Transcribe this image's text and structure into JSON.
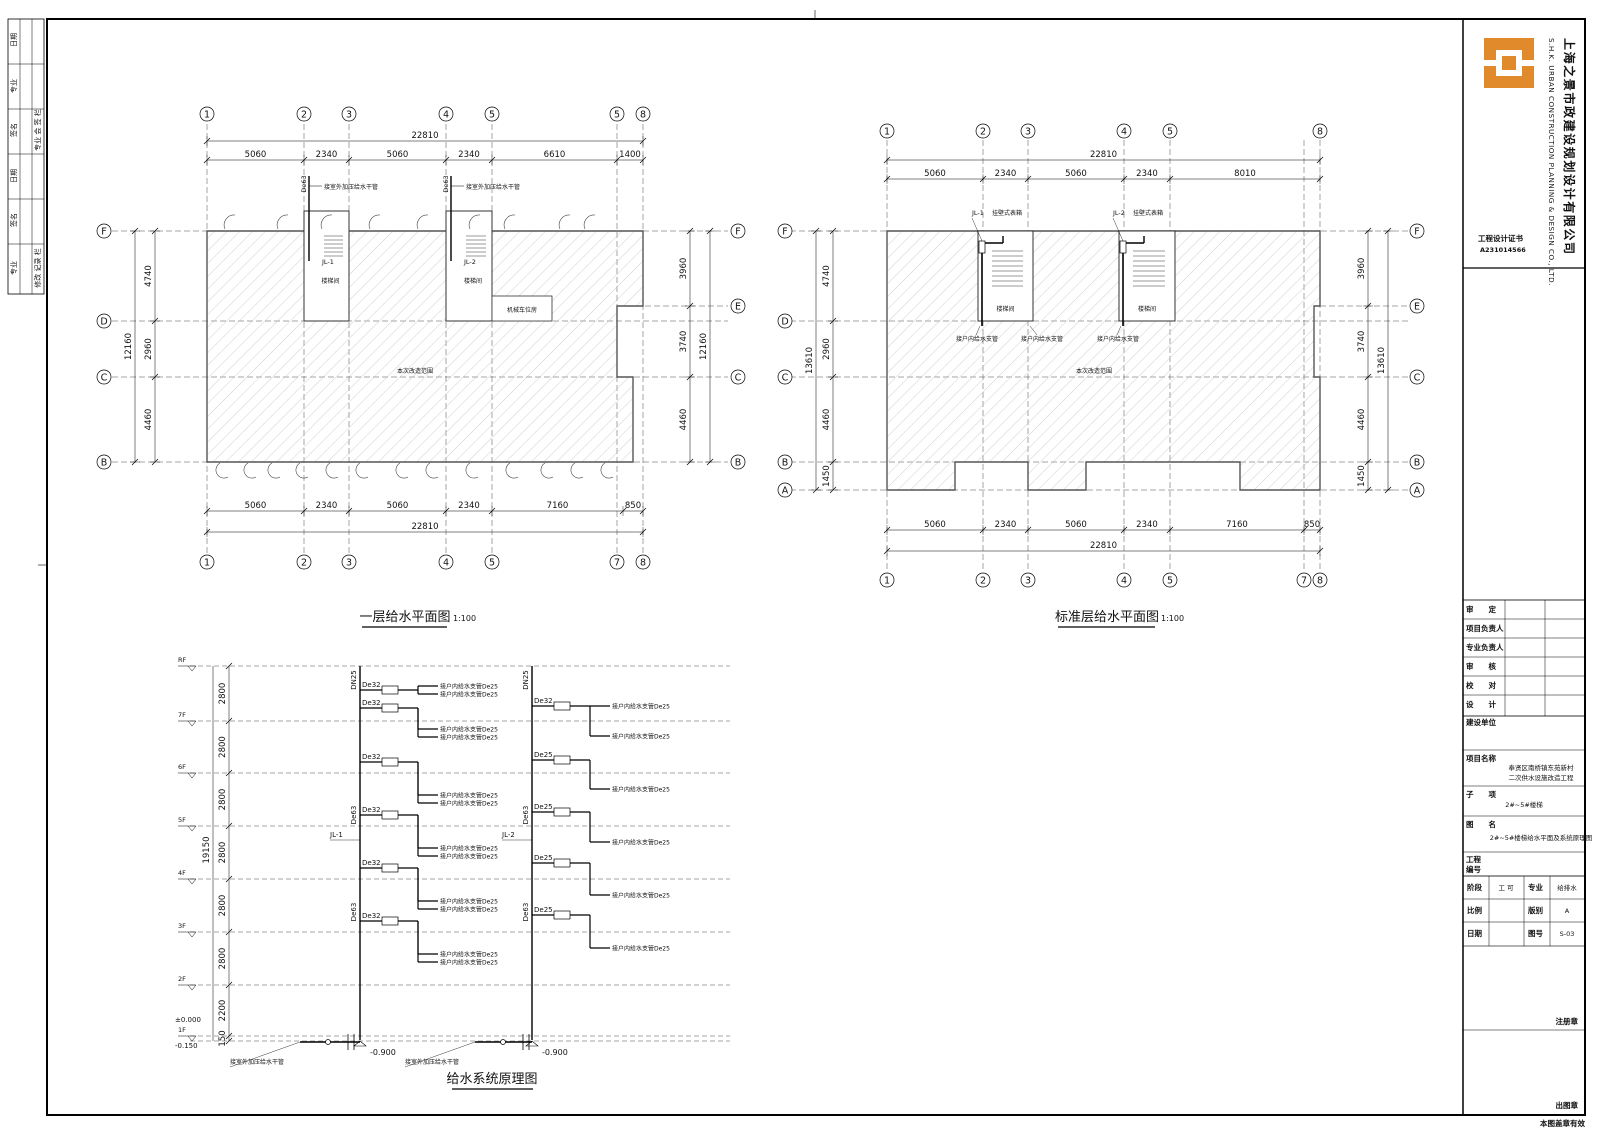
{
  "company": {
    "name_cn": "上海之景市政建设规划设计有限公司",
    "name_en": "S.H.K. URBAN CONSTRUCTION PLANNING & DESIGN CO., LTD.",
    "cert_label": "工程设计证书",
    "cert_no": "A231014566"
  },
  "title_block": {
    "roles": [
      "审　　定",
      "项目负责人",
      "专业负责人",
      "审　　核",
      "校　　对",
      "设　　计"
    ],
    "build_unit_label": "建设单位",
    "project_label": "项目名称",
    "project_line1": "奉贤区南桥镇东苑新村",
    "project_line2": "二次供水设施改造工程",
    "subitem_label": "子　　项",
    "subitem_value": "2#~5#楼梯",
    "drawing_label": "图　　名",
    "drawing_value": "2#~5#楼梯给水平面及系统原理图",
    "eng_no_label": "工程\n编号",
    "stage_label": "阶段",
    "stage_value": "工 可",
    "discipline_label": "专业",
    "discipline_value": "给排水",
    "scale_label": "比例",
    "version_label": "版别",
    "version_value": "A",
    "date_label": "日期",
    "dwg_no_label": "图号",
    "dwg_no_value": "S-03",
    "reg_stamp": "注册章",
    "issue_stamp": "出图章",
    "valid_note": "本图盖章有效"
  },
  "left_strip": [
    "日期",
    "专业",
    "签名",
    "专业 会 签 栏",
    "日期",
    "签名",
    "专业",
    "修改 记录 栏"
  ],
  "plan1": {
    "title": "一层给水平面图",
    "scale": "1:100",
    "top_total": "22810",
    "top_dims": [
      "5060",
      "2340",
      "5060",
      "2340",
      "6610",
      "1400"
    ],
    "bottom_total": "22810",
    "bottom_dims": [
      "5060",
      "2340",
      "5060",
      "2340",
      "7160",
      "850"
    ],
    "left_total": "12160",
    "left_dims": [
      "4740",
      "2960",
      "4460"
    ],
    "right_total": "12160",
    "right_dims": [
      "3960",
      "3740",
      "4460"
    ],
    "axes_top": [
      "1",
      "2",
      "3",
      "4",
      "5",
      "5",
      "8"
    ],
    "axes_bottom": [
      "1",
      "2",
      "3",
      "4",
      "5",
      "7",
      "8"
    ],
    "rows_left": [
      "F",
      "D",
      "C",
      "B"
    ],
    "rows_right": [
      "F",
      "E",
      "C",
      "B"
    ],
    "pipe_size": "De63",
    "pipe_note": "接室外加压给水干管",
    "riser1": "JL-1",
    "riser2": "JL-2",
    "room1": "楼梯间",
    "room2": "楼梯间",
    "room3": "机械车位房",
    "area_note": "本次改造范围"
  },
  "plan2": {
    "title": "标准层给水平面图",
    "scale": "1:100",
    "top_total": "22810",
    "top_dims": [
      "5060",
      "2340",
      "5060",
      "2340",
      "8010"
    ],
    "bottom_total": "22810",
    "bottom_dims": [
      "5060",
      "2340",
      "5060",
      "2340",
      "7160",
      "850"
    ],
    "left_total": "13610",
    "left_dims": [
      "4740",
      "2960",
      "4460",
      "1450"
    ],
    "right_total": "13610",
    "right_dims": [
      "3960",
      "3740",
      "4460",
      "1450"
    ],
    "axes_top": [
      "1",
      "2",
      "3",
      "4",
      "5",
      "8"
    ],
    "axes_bottom": [
      "1",
      "2",
      "3",
      "4",
      "5",
      "7",
      "8"
    ],
    "rows_left": [
      "F",
      "D",
      "C",
      "B",
      "A"
    ],
    "rows_right": [
      "F",
      "E",
      "C",
      "B",
      "A"
    ],
    "riser1": "JL-1",
    "riser2": "JL-2",
    "meter_note": "挂壁式表箱",
    "branch_note": "接户内给水支管",
    "room": "楼梯间",
    "area_note": "本次改造范围"
  },
  "system": {
    "title": "给水系统原理图",
    "floors": [
      "RF",
      "7F",
      "6F",
      "5F",
      "4F",
      "3F",
      "2F",
      "1F"
    ],
    "heights": [
      "2800",
      "2800",
      "2800",
      "2800",
      "2800",
      "2800",
      "2200",
      "150"
    ],
    "total_height": "19150",
    "level_zero": "±0.000",
    "level_neg": "-0.150",
    "pipe_depth": "-0.900",
    "riser1": "JL-1",
    "riser2": "JL-2",
    "dn_top": "DN25",
    "de32": "De32",
    "de25": "De25",
    "de63": "De63",
    "branch_label": "接户内给水支管De25",
    "inlet_label": "接室外加压给水干管"
  }
}
